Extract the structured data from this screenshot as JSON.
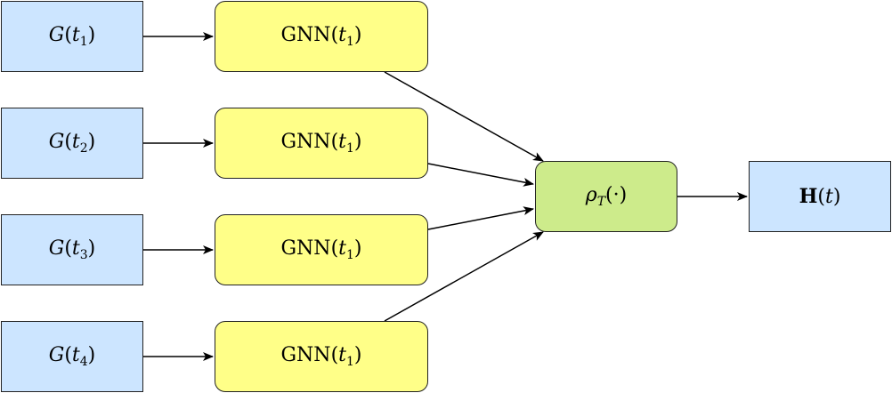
{
  "inputs": [
    {
      "fn": "G",
      "open": "(",
      "var": "t",
      "sub": "1",
      "close": ")"
    },
    {
      "fn": "G",
      "open": "(",
      "var": "t",
      "sub": "2",
      "close": ")"
    },
    {
      "fn": "G",
      "open": "(",
      "var": "t",
      "sub": "3",
      "close": ")"
    },
    {
      "fn": "G",
      "open": "(",
      "var": "t",
      "sub": "4",
      "close": ")"
    }
  ],
  "gnns": [
    {
      "name": "GNN",
      "open": "(",
      "var": "t",
      "sub": "1",
      "close": ")"
    },
    {
      "name": "GNN",
      "open": "(",
      "var": "t",
      "sub": "1",
      "close": ")"
    },
    {
      "name": "GNN",
      "open": "(",
      "var": "t",
      "sub": "1",
      "close": ")"
    },
    {
      "name": "GNN",
      "open": "(",
      "var": "t",
      "sub": "1",
      "close": ")"
    }
  ],
  "aggregator": {
    "symbol": "ρ",
    "sub": "T",
    "args": "(·)"
  },
  "output": {
    "name": "H",
    "open": "(",
    "var": "t",
    "close": ")"
  },
  "colors": {
    "input_fill": "#cce5ff",
    "gnn_fill": "#ffff88",
    "aggregator_fill": "#cdeb8b",
    "output_fill": "#cce5ff",
    "stroke": "#222222"
  }
}
